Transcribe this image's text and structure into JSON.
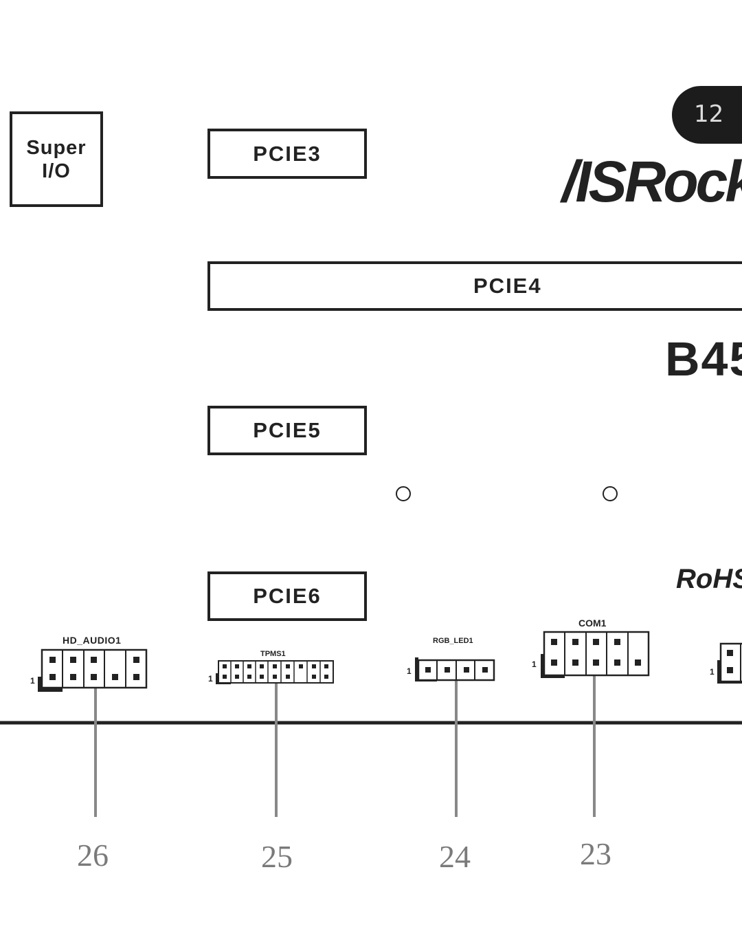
{
  "page": {
    "number": "12"
  },
  "brand": {
    "logo_text": "/ISRock"
  },
  "board": {
    "model": "B45",
    "rohs": "RoHS"
  },
  "chips": {
    "super_io_line1": "Super",
    "super_io_line2": "I/O"
  },
  "slots": {
    "pcie3": "PCIE3",
    "pcie4": "PCIE4",
    "pcie5": "PCIE5",
    "pcie6": "PCIE6"
  },
  "headers": {
    "hd_audio": "HD_AUDIO1",
    "tpms": "TPMS1",
    "rgb_led": "RGB_LED1",
    "com": "COM1",
    "pin1": "1"
  },
  "callouts": [
    "26",
    "25",
    "24",
    "23"
  ]
}
